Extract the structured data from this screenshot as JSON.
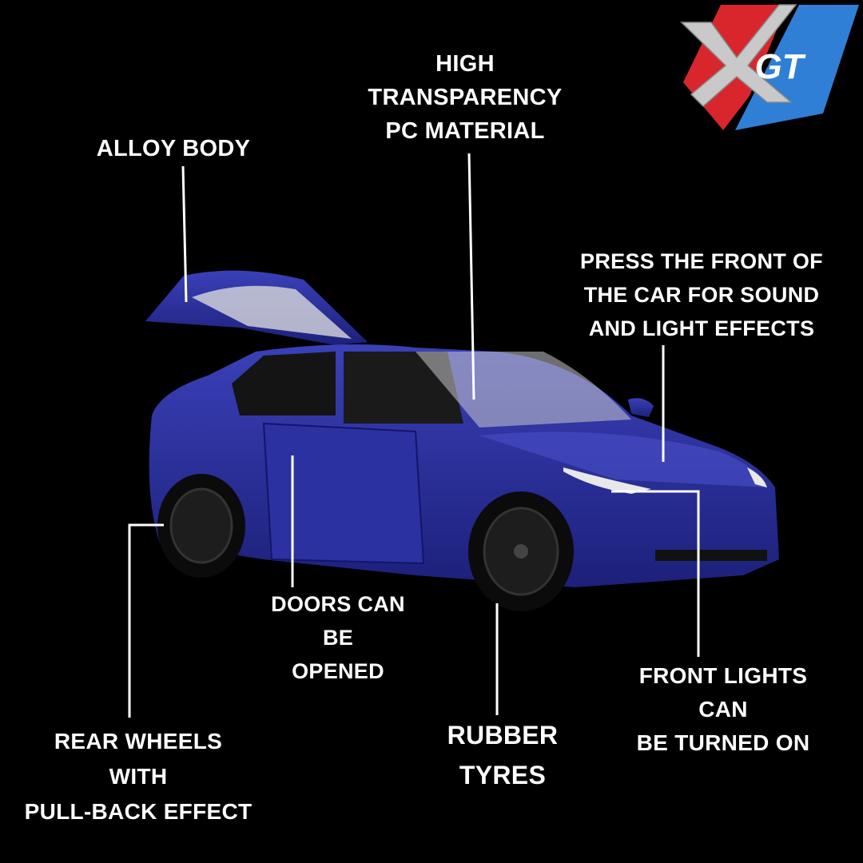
{
  "logo": {
    "text": "XGT",
    "colors": {
      "red": "#d8262c",
      "blue": "#2f7fd6",
      "silver": "#c9c9c9"
    }
  },
  "callouts": {
    "pc_material": [
      "HIGH",
      "TRANSPARENCY",
      "PC MATERIAL"
    ],
    "alloy_body": [
      "ALLOY BODY"
    ],
    "sound_light": [
      "PRESS THE FRONT OF",
      "THE CAR FOR SOUND",
      "AND LIGHT EFFECTS"
    ],
    "doors": [
      "DOORS CAN",
      "BE",
      "OPENED"
    ],
    "rear_wheels": [
      "REAR WHEELS",
      "WITH",
      "PULL-BACK EFFECT"
    ],
    "tyres": [
      "RUBBER",
      "TYRES"
    ],
    "front_lights": [
      "FRONT LIGHTS",
      "CAN",
      "BE TURNED ON"
    ]
  },
  "colors": {
    "background": "#000000",
    "car_body": "#2a2f9a",
    "text": "#ffffff"
  }
}
